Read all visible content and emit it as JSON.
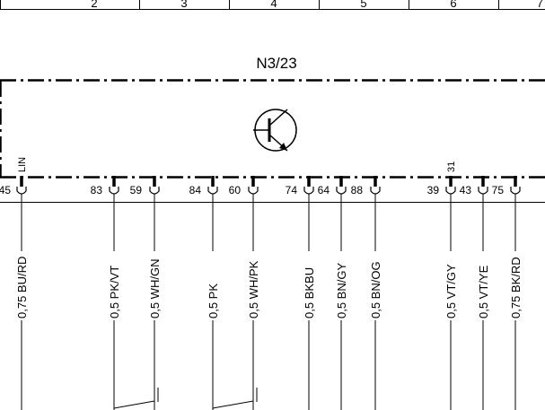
{
  "grid": {
    "columns": [
      "2",
      "3",
      "4",
      "5",
      "6",
      "7"
    ]
  },
  "module": {
    "name": "N3/23",
    "symbol": "transistor-icon"
  },
  "connectors": [
    {
      "pin": "45",
      "wire": "",
      "signal": "LIN"
    },
    {
      "pin": "83",
      "wire": "0,5 PK/VT"
    },
    {
      "pin": "59",
      "wire": "0,5 WH/GN"
    },
    {
      "pin": "84",
      "wire": "0,5 PK"
    },
    {
      "pin": "60",
      "wire": "0,5 WH/PK"
    },
    {
      "pin": "74",
      "wire": "0,5 BKBU"
    },
    {
      "pin": "64",
      "wire": "0,5 BN/GY"
    },
    {
      "pin": "88",
      "wire": "0,5 BN/OG"
    },
    {
      "pin": "39",
      "wire": "0,5 VT/GY",
      "signal": "31"
    },
    {
      "pin": "43",
      "wire": "0,5 VT/YE"
    },
    {
      "pin": "75",
      "wire": "0,75 BK/RD"
    }
  ],
  "first_wire_label": "0,75 BU/RD",
  "twisted_pairs": [
    [
      "83",
      "59"
    ],
    [
      "84",
      "60"
    ]
  ]
}
